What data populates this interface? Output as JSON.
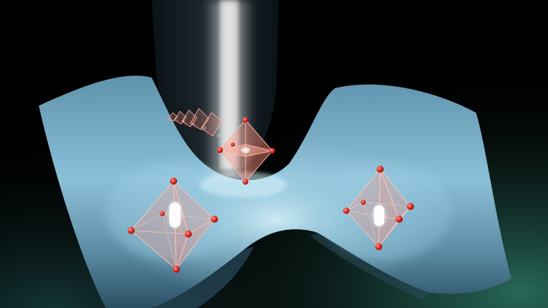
{
  "scene": {
    "background_top": "#000000",
    "background_glow": "#2f7a66",
    "surface_light": "#bfe6f6",
    "surface_mid": "#7fb4cc",
    "surface_dark": "#3e6a82",
    "beam_color": "#ffffff",
    "atom_color": "#e8322a",
    "edge_color": "#ffb6a6",
    "face_color": "#ff8e7a",
    "ion_color": "#ffffff"
  },
  "visual_elements": {
    "energy_surface": "double-well-potential-surface",
    "light_beam": "vertical-light-beam",
    "octahedra_left": "octahedron-left-well",
    "octahedra_right": "octahedron-right-well",
    "octahedra_chain": "octahedra-chain-center"
  }
}
